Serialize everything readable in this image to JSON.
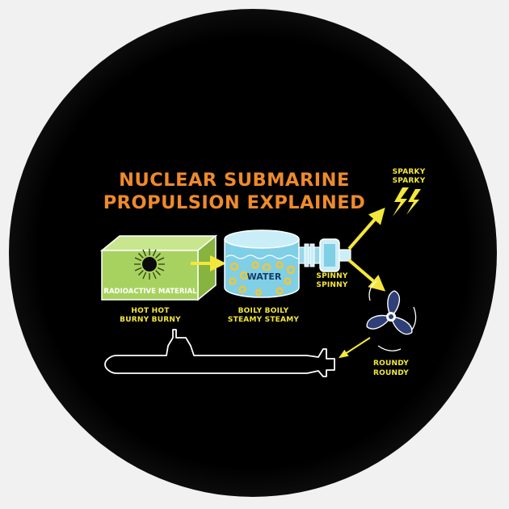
{
  "title": {
    "line1": "NUCLEAR SUBMARINE",
    "line2": "PROPULSION EXPLAINED"
  },
  "labels": {
    "reactor_box": "RADIOACTIVE MATERIAL",
    "reactor_line1": "HOT HOT",
    "reactor_line2": "BURNY BURNY",
    "water_tank": "WATER",
    "water_line1": "BOILY BOILY",
    "water_line2": "STEAMY STEAMY",
    "turbine_line1": "SPINNY",
    "turbine_line2": "SPINNY",
    "electric_line1": "SPARKY",
    "electric_line2": "SPARKY",
    "propeller_line1": "ROUNDY",
    "propeller_line2": "ROUNDY"
  },
  "icons": [
    "radiation-burst-icon",
    "water-tank-icon",
    "turbine-icon",
    "lightning-bolt-icon",
    "propeller-icon",
    "submarine-silhouette-icon"
  ],
  "colors": {
    "background": "#f1f1f1",
    "badge": "#000000",
    "title": "#ee8a2c",
    "labels": "#f4e73c",
    "arrows": "#f4e73c",
    "reactor_box": "#a8d25f",
    "water": "#7fcfe6",
    "propeller": "#2f3f77"
  }
}
